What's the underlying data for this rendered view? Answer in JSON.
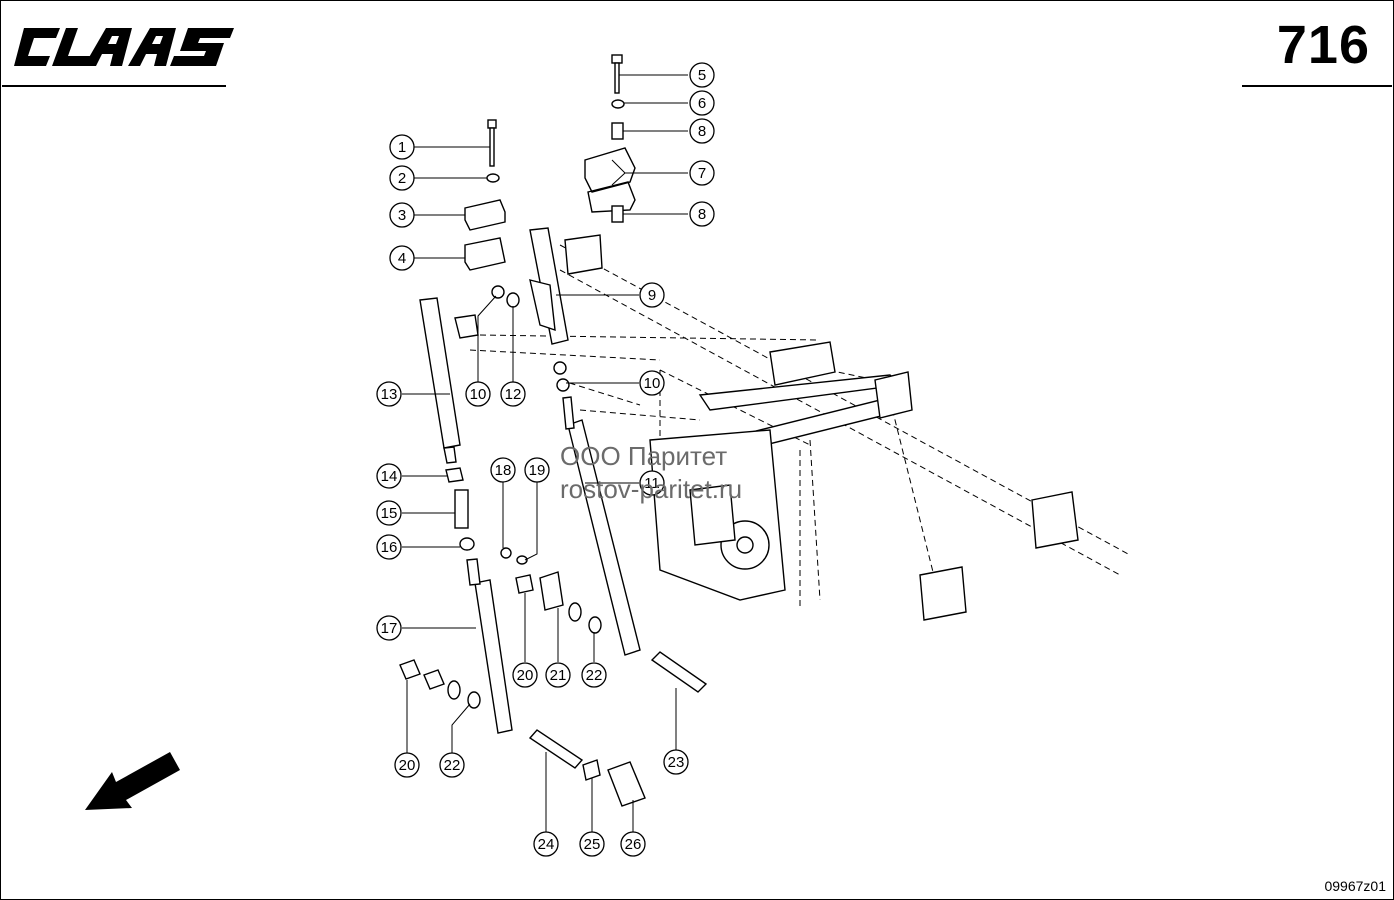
{
  "header": {
    "brand": "CLAAS",
    "page_number": "716"
  },
  "footer": {
    "drawing_code": "09967z01"
  },
  "watermark": {
    "line1": "ООО Паритет",
    "line2": "rostov-paritet.ru"
  },
  "callouts": [
    {
      "id": "c1",
      "label": "1"
    },
    {
      "id": "c2",
      "label": "2"
    },
    {
      "id": "c3",
      "label": "3"
    },
    {
      "id": "c4",
      "label": "4"
    },
    {
      "id": "c5",
      "label": "5"
    },
    {
      "id": "c6",
      "label": "6"
    },
    {
      "id": "c8a",
      "label": "8"
    },
    {
      "id": "c7",
      "label": "7"
    },
    {
      "id": "c8b",
      "label": "8"
    },
    {
      "id": "c9",
      "label": "9"
    },
    {
      "id": "c10a",
      "label": "10"
    },
    {
      "id": "c12",
      "label": "12"
    },
    {
      "id": "c10b",
      "label": "10"
    },
    {
      "id": "c13",
      "label": "13"
    },
    {
      "id": "c11",
      "label": "11"
    },
    {
      "id": "c18",
      "label": "18"
    },
    {
      "id": "c19",
      "label": "19"
    },
    {
      "id": "c14",
      "label": "14"
    },
    {
      "id": "c15",
      "label": "15"
    },
    {
      "id": "c16",
      "label": "16"
    },
    {
      "id": "c17",
      "label": "17"
    },
    {
      "id": "c20a",
      "label": "20"
    },
    {
      "id": "c21",
      "label": "21"
    },
    {
      "id": "c22a",
      "label": "22"
    },
    {
      "id": "c23",
      "label": "23"
    },
    {
      "id": "c20b",
      "label": "20"
    },
    {
      "id": "c22b",
      "label": "22"
    },
    {
      "id": "c24",
      "label": "24"
    },
    {
      "id": "c25",
      "label": "25"
    },
    {
      "id": "c26",
      "label": "26"
    }
  ]
}
